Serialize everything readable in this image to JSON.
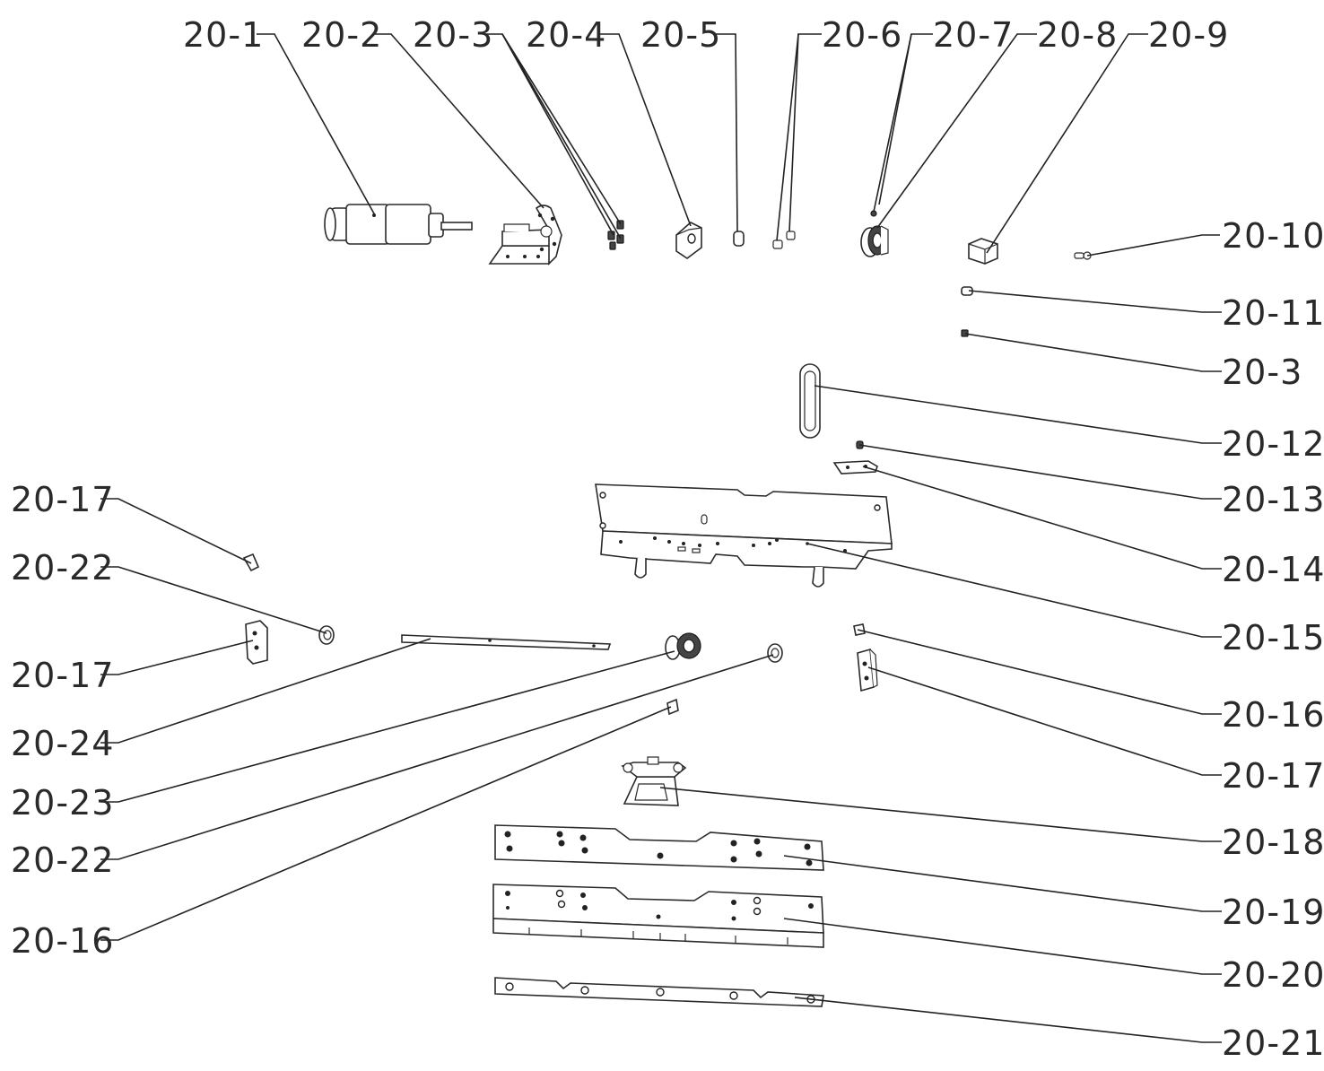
{
  "diagram": {
    "callouts": [
      {
        "id": "c1",
        "label": "20-1"
      },
      {
        "id": "c2",
        "label": "20-2"
      },
      {
        "id": "c3",
        "label": "20-3"
      },
      {
        "id": "c4",
        "label": "20-4"
      },
      {
        "id": "c5",
        "label": "20-5"
      },
      {
        "id": "c6",
        "label": "20-6"
      },
      {
        "id": "c7",
        "label": "20-7"
      },
      {
        "id": "c8",
        "label": "20-8"
      },
      {
        "id": "c9",
        "label": "20-9"
      },
      {
        "id": "c10",
        "label": "20-10"
      },
      {
        "id": "c11",
        "label": "20-11"
      },
      {
        "id": "c3b",
        "label": "20-3"
      },
      {
        "id": "c12",
        "label": "20-12"
      },
      {
        "id": "c13",
        "label": "20-13"
      },
      {
        "id": "c14",
        "label": "20-14"
      },
      {
        "id": "c15",
        "label": "20-15"
      },
      {
        "id": "c16",
        "label": "20-16"
      },
      {
        "id": "c17",
        "label": "20-17"
      },
      {
        "id": "c18",
        "label": "20-18"
      },
      {
        "id": "c19",
        "label": "20-19"
      },
      {
        "id": "c20",
        "label": "20-20"
      },
      {
        "id": "c21",
        "label": "20-21"
      },
      {
        "id": "c17a",
        "label": "20-17"
      },
      {
        "id": "c22a",
        "label": "20-22"
      },
      {
        "id": "c17b",
        "label": "20-17"
      },
      {
        "id": "c24",
        "label": "20-24"
      },
      {
        "id": "c23",
        "label": "20-23"
      },
      {
        "id": "c22b",
        "label": "20-22"
      },
      {
        "id": "c16b",
        "label": "20-16"
      }
    ]
  }
}
